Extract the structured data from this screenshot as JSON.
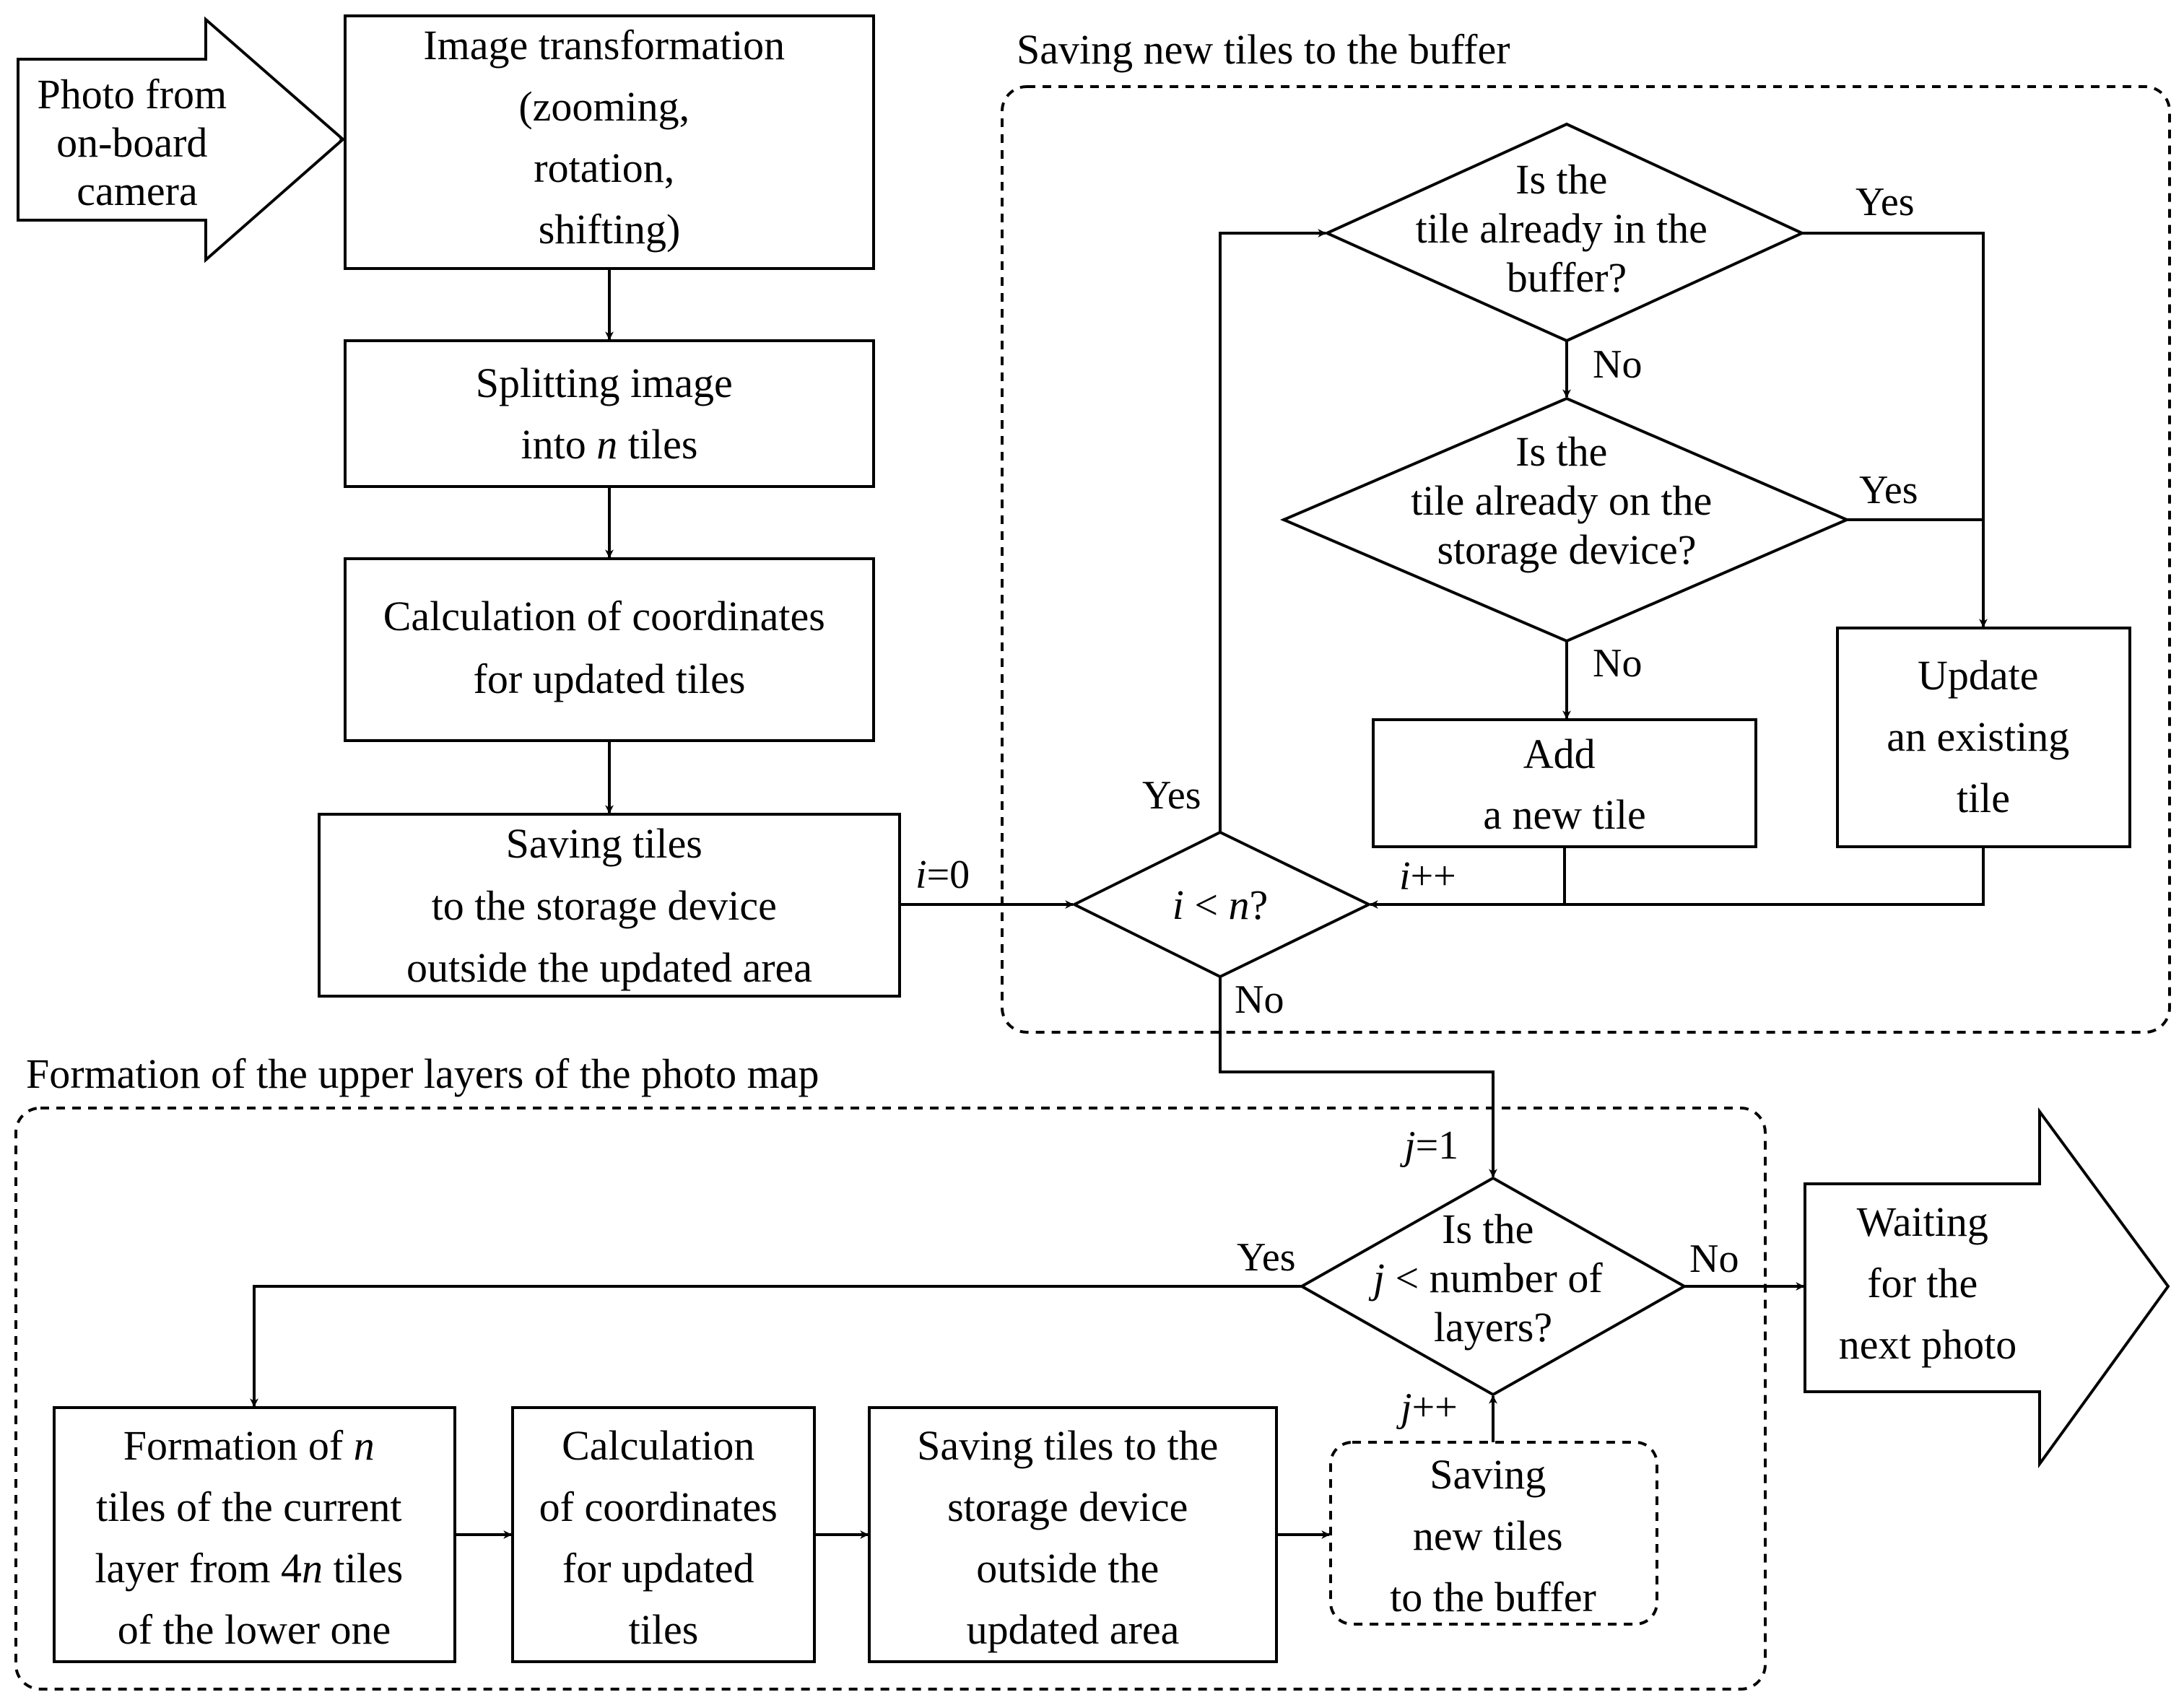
{
  "groups": {
    "buffer": {
      "title": "Saving new tiles to the buffer"
    },
    "upper": {
      "title": "Formation of the upper layers of the photo map"
    }
  },
  "nodes": {
    "photo": {
      "lines": [
        "Photo from",
        "on-board",
        "camera"
      ]
    },
    "transform": {
      "lines": [
        "Image transformation",
        "(zooming,",
        "rotation,",
        "shifting)"
      ]
    },
    "split": {
      "lines": [
        "Splitting image",
        "into ",
        "n",
        " tiles"
      ]
    },
    "calc": {
      "lines": [
        "Calculation of coordinates",
        "for updated tiles"
      ]
    },
    "save": {
      "lines": [
        "Saving tiles",
        "to the storage device",
        "outside the updated area"
      ]
    },
    "q_buffer": {
      "lines": [
        "Is the",
        "tile already in the",
        "buffer?"
      ]
    },
    "q_storage": {
      "lines": [
        "Is the",
        "tile already on the",
        "storage device?"
      ]
    },
    "add": {
      "lines": [
        "Add",
        "a new tile"
      ]
    },
    "update": {
      "lines": [
        "Update",
        "an existing",
        "tile"
      ]
    },
    "q_i": {
      "var": "i",
      "rest": " < ",
      "n": "n",
      "q": "?"
    },
    "q_j": {
      "lines": [
        "Is the",
        "j",
        " < number of",
        "layers?"
      ]
    },
    "waiting": {
      "lines": [
        "Waiting",
        "for the",
        "next photo"
      ]
    },
    "form": {
      "lines": [
        "Formation of ",
        "n",
        "tiles of the current",
        "layer from 4",
        "n",
        " tiles",
        "of the lower one"
      ]
    },
    "calc2": {
      "lines": [
        "Calculation",
        "of coordinates",
        "for updated",
        "tiles"
      ]
    },
    "save2": {
      "lines": [
        "Saving tiles to the",
        "storage device",
        "outside the",
        "updated area"
      ]
    },
    "sub": {
      "lines": [
        "Saving",
        "new tiles",
        "to the buffer"
      ]
    }
  },
  "edge_labels": {
    "yes": "Yes",
    "no": "No",
    "i0_var": "i",
    "i0_rest": "=0",
    "iinc_var": "i",
    "iinc_rest": "++",
    "j1_var": "j",
    "j1_rest": "=1",
    "jinc_var": "j",
    "jinc_rest": "++"
  }
}
